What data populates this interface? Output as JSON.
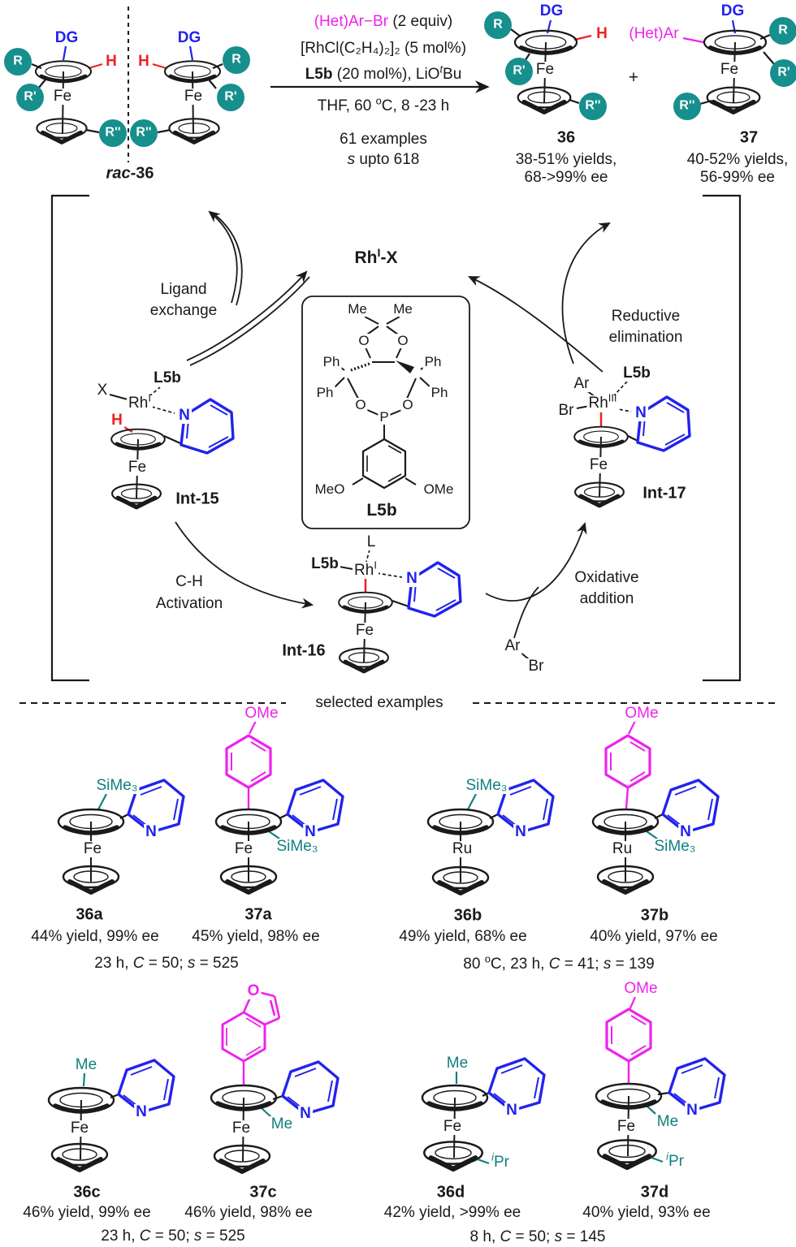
{
  "colors": {
    "blue": "#2222ee",
    "red": "#ee2222",
    "magenta": "#ee22ee",
    "teal": "#12807d",
    "teal_circle": "#178f8c",
    "black": "#1a1a1a"
  },
  "labels": {
    "dg": "DG",
    "h": "H",
    "fe": "Fe",
    "ru": "Ru",
    "n": "N",
    "r": "R",
    "r_prime": "R'",
    "r_dprime": "R''",
    "x": "X",
    "l": "L",
    "ar": "Ar",
    "br": "Br",
    "plus": "+",
    "hetar": "(Het)Ar",
    "rh": "Rh",
    "sup_i": "I",
    "sup_iii": "III",
    "l5b": "L5b",
    "me": "Me",
    "o": "O",
    "p": "P",
    "ph": "Ph",
    "meo": "MeO",
    "ome": "OMe",
    "sime3": "SiMe₃",
    "ipr_i": "i",
    "ipr": "Pr"
  },
  "top": {
    "rac_it": "rac",
    "rac_rest": "-36",
    "cond1_m": "(Het)Ar−Br",
    "cond1": " (2 equiv)",
    "cond2": "[RhCl(C₂H₄)₂]₂ (5 mol%)",
    "cond3_b": "L5b",
    "cond3": " (20 mol%), LiO",
    "cond3_sup": "t",
    "cond3_end": "Bu",
    "cond4_a": "THF, 60 ",
    "cond4_sup": "o",
    "cond4_b": "C, 8 -23 h",
    "cond5": "61 examples",
    "cond6_it": "s",
    "cond6": " upto 618",
    "p36_id": "36",
    "p36_l1": "38-51% yields,",
    "p36_l2": "68->99% ee",
    "p37_id": "37",
    "p37_l1": "40-52% yields,",
    "p37_l2": "56-99% ee"
  },
  "cycle": {
    "rhx_a": "Rh",
    "rhx_sup": "I",
    "rhx_b": "-X",
    "lig1": "Ligand",
    "lig2": "exchange",
    "red1": "Reductive",
    "red2": "elimination",
    "cha1": "C-H",
    "cha2": "Activation",
    "oxa1": "Oxidative",
    "oxa2": "addition",
    "int15": "Int-15",
    "int16": "Int-16",
    "int17": "Int-17"
  },
  "divider": "selected examples",
  "ex": {
    "a36_id": "36a",
    "a36_y": "44% yield, 99% ee",
    "a37_id": "37a",
    "a37_y": "45% yield, 98% ee",
    "b36_id": "36b",
    "b36_y": "49% yield, 68% ee",
    "b37_id": "37b",
    "b37_y": "40% yield, 97% ee",
    "c36_id": "36c",
    "c36_y": "46% yield, 99% ee",
    "c37_id": "37c",
    "c37_y": "46% yield, 98% ee",
    "d36_id": "36d",
    "d36_y": "42% yield, >99% ee",
    "d37_id": "37d",
    "d37_y": "40% yield, 93% ee",
    "s1l": [
      "23 h, ",
      "C",
      " = 50; ",
      "s",
      " = 525"
    ],
    "s1r": [
      "80 ",
      "o",
      "C, 23 h, ",
      "C",
      " = 41; ",
      "s",
      " = 139"
    ],
    "s2l": [
      "23 h, ",
      "C",
      " = 50; ",
      "s",
      " = 525"
    ],
    "s2r": [
      "8 h, ",
      "C",
      " = 50; ",
      "s",
      " = 145"
    ]
  }
}
